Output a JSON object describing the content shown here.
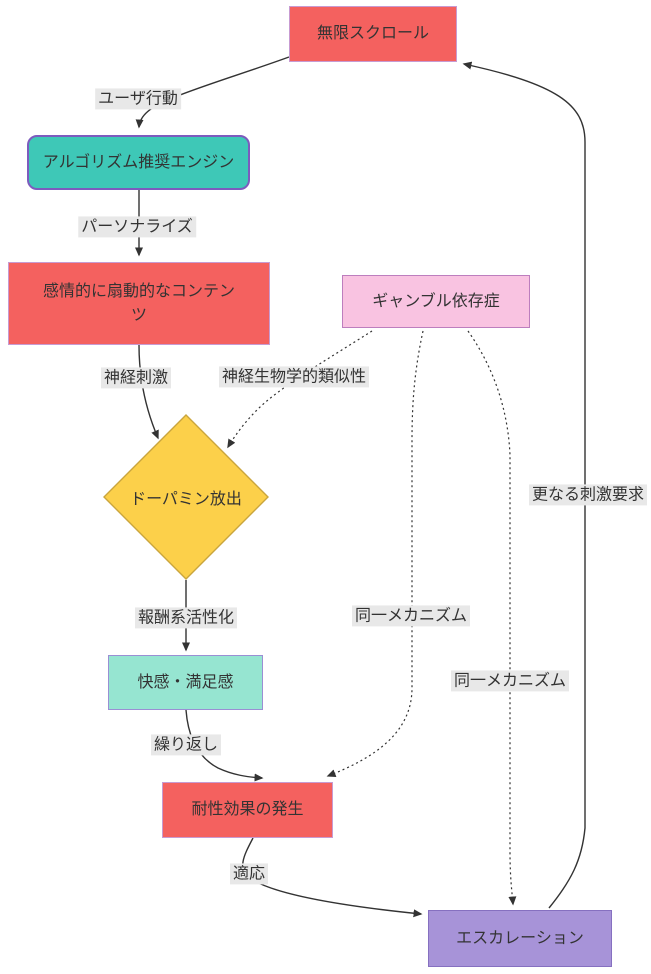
{
  "diagram": {
    "title": "infinite-scroll-addiction-flowchart",
    "background": "#ffffff",
    "edge_color": "#333333",
    "label_bg": "#e8e8e8",
    "text_color": "#333333",
    "nodes": {
      "infinite_scroll": {
        "label": "無限スクロール",
        "fill": "#f4615f",
        "stroke": "#c79bd2",
        "shape": "rect"
      },
      "algorithm_engine": {
        "label": "アルゴリズム推奨エンジン",
        "fill": "#3ec8b7",
        "stroke": "#7d5bbe",
        "shape": "rounded-rect"
      },
      "emotional_content": {
        "label": "感情的に扇動的なコンテンツ",
        "fill": "#f4615f",
        "stroke": "#c79bd2",
        "shape": "rect"
      },
      "gambling": {
        "label": "ギャンブル依存症",
        "fill": "#f9c3e1",
        "stroke": "#bd7ebe",
        "shape": "rect"
      },
      "dopamine": {
        "label": "ドーパミン放出",
        "fill": "#fcd04a",
        "stroke": "#caa53d",
        "shape": "diamond"
      },
      "pleasure": {
        "label": "快感・満足感",
        "fill": "#96e5d1",
        "stroke": "#9a8fd4",
        "shape": "rect"
      },
      "tolerance": {
        "label": "耐性効果の発生",
        "fill": "#f4615f",
        "stroke": "#c79bd2",
        "shape": "rect"
      },
      "escalation": {
        "label": "エスカレーション",
        "fill": "#a793d8",
        "stroke": "#8670c0",
        "shape": "rect"
      }
    },
    "edge_labels": {
      "user_action": "ユーザ行動",
      "personalize": "パーソナライズ",
      "neural_stimulation": "神経刺激",
      "neuro_similarity": "神経生物学的類似性",
      "reward_activation": "報酬系活性化",
      "repetition": "繰り返し",
      "same_mechanism_1": "同一メカニズム",
      "same_mechanism_2": "同一メカニズム",
      "adaptation": "適応",
      "more_stimulus": "更なる刺激要求"
    }
  }
}
